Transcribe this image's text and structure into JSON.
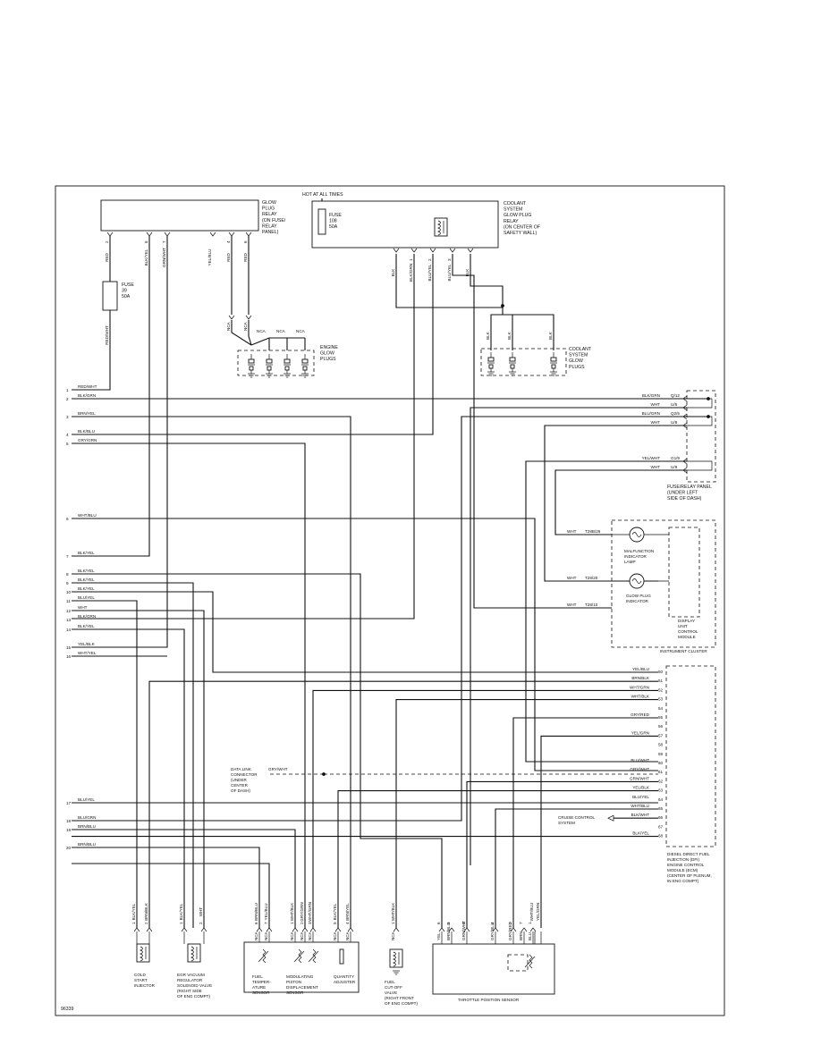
{
  "figure_id": "96339",
  "hot_at_all_times": "HOT AT ALL TIMES",
  "glow_plug_relay": {
    "label": [
      "GLOW",
      "PLUG",
      "RELAY",
      "(ON FUSE/",
      "RELAY",
      "PANEL)"
    ],
    "pins": [
      {
        "pin": "2",
        "wire": "RED"
      },
      {
        "pin": "8",
        "wire": "BLK/YEL"
      },
      {
        "pin": "7",
        "wire": "GRN/WHT"
      },
      {
        "pin": "",
        "wire": "YEL/BLU"
      },
      {
        "pin": "4",
        "wire": "RED"
      },
      {
        "pin": "6",
        "wire": "RED"
      }
    ]
  },
  "fuse_39": {
    "lines": [
      "FUSE",
      "39",
      "50A"
    ]
  },
  "red_wht": "RED/WHT",
  "nca": "NCA",
  "engine_glow_plugs": [
    "ENGINE",
    "GLOW",
    "PLUGS"
  ],
  "coolant_relay": {
    "label": [
      "COOLANT",
      "SYSTEM",
      "GLOW PLUG",
      "RELAY",
      "(ON CENTER OF",
      "SAFETY WALL)"
    ],
    "fuse": [
      "FUSE",
      "108",
      "50A"
    ],
    "pins": [
      {
        "pin": "",
        "wire": "BLK"
      },
      {
        "pin": "1",
        "wire": "BLK/GRN"
      },
      {
        "pin": "2",
        "wire": "BLU/YEL"
      },
      {
        "pin": "3",
        "wire": "BLU/YEL"
      },
      {
        "pin": "",
        "wire": "BLK"
      }
    ]
  },
  "coolant_glow_plugs": {
    "label": [
      "COOLANT",
      "SYSTEM",
      "GLOW",
      "PLUGS"
    ],
    "wires": [
      "BLK",
      "BLK",
      "BLK"
    ]
  },
  "left_pins": [
    {
      "n": "1",
      "wire": "RED/WHT"
    },
    {
      "n": "2",
      "wire": "BLK/GRN"
    },
    {
      "n": "3",
      "wire": "BRN/YEL"
    },
    {
      "n": "4",
      "wire": "BLK/BLU"
    },
    {
      "n": "5",
      "wire": "GRY/GRN"
    },
    {
      "n": "6",
      "wire": "WHT/BLU"
    },
    {
      "n": "7",
      "wire": "BLK/YEL"
    },
    {
      "n": "8",
      "wire": "BLK/YEL"
    },
    {
      "n": "9",
      "wire": "BLK/YEL"
    },
    {
      "n": "10",
      "wire": "BLK/YEL"
    },
    {
      "n": "11",
      "wire": "BLU/YEL"
    },
    {
      "n": "12",
      "wire": "WHT"
    },
    {
      "n": "13",
      "wire": "BLK/GRN"
    },
    {
      "n": "14",
      "wire": "BLK/YEL"
    },
    {
      "n": "15",
      "wire": "YEL/BLK"
    },
    {
      "n": "16",
      "wire": "WHT/YEL"
    },
    {
      "n": "17",
      "wire": "BLU/YEL"
    },
    {
      "n": "18",
      "wire": "BLU/GRN"
    },
    {
      "n": "19",
      "wire": "BRN/BLU"
    },
    {
      "n": "20",
      "wire": "BRN/BLU"
    }
  ],
  "fuse_panel": {
    "label": [
      "FUSE/RELAY PANEL",
      "(UNDER LEFT",
      "SIDE OF DASH)"
    ],
    "pins": [
      {
        "wire": "BLK/GRN",
        "pin": "Q/12"
      },
      {
        "wire": "WHT",
        "pin": "U/6"
      },
      {
        "wire": "BLU/GRN",
        "pin": "Q2/5"
      },
      {
        "wire": "WHT",
        "pin": "U/8"
      },
      {
        "wire": "YEL/WHT",
        "pin": "G1/9"
      },
      {
        "wire": "WHT",
        "pin": "U/9"
      }
    ]
  },
  "instrument_cluster": {
    "label": "INSTRUMENT CLUSTER",
    "mil": [
      "MALFUNCTION",
      "INDICATOR",
      "LAMP"
    ],
    "glow": [
      "GLOW PLUG",
      "INDICATOR"
    ],
    "module": [
      "DISPLAY",
      "UNIT",
      "CONTROL",
      "MODULE"
    ],
    "pins": [
      {
        "wire": "WHT",
        "pin": "T28B/26"
      },
      {
        "wire": "WHT",
        "pin": "T28/20"
      },
      {
        "wire": "WHT",
        "pin": "T28/10"
      }
    ]
  },
  "ecm": {
    "label": [
      "DIESEL DIRECT FUEL",
      "INJECTION (DFI)",
      "ENGINE CONTROL",
      "MODULE (ECM)",
      "(CENTER OF PLENUM,",
      "IN ENG COMPT)"
    ],
    "pins": [
      {
        "wire": "YEL/BLU",
        "pin": "50"
      },
      {
        "wire": "BRN/BLK",
        "pin": "51"
      },
      {
        "wire": "WHT/GRN",
        "pin": "52"
      },
      {
        "wire": "WHT/BLK",
        "pin": "53"
      },
      {
        "wire": "",
        "pin": "54"
      },
      {
        "wire": "GRY/RED",
        "pin": "55"
      },
      {
        "wire": "",
        "pin": "56"
      },
      {
        "wire": "YEL/GRN",
        "pin": "57"
      },
      {
        "wire": "",
        "pin": "58"
      },
      {
        "wire": "",
        "pin": "59"
      },
      {
        "wire": "BLU/WHT",
        "pin": "60"
      },
      {
        "wire": "GRY/WHT",
        "pin": "61"
      },
      {
        "wire": "GRN/WHT",
        "pin": "62"
      },
      {
        "wire": "YEL/BLK",
        "pin": "63"
      },
      {
        "wire": "BLU/YEL",
        "pin": "64"
      },
      {
        "wire": "WHT/BLU",
        "pin": "65"
      },
      {
        "wire": "BLK/WHT",
        "pin": "66"
      },
      {
        "wire": "",
        "pin": "67"
      },
      {
        "wire": "BLK/YEL",
        "pin": "68"
      }
    ]
  },
  "cruise": [
    "CRUISE CONTROL",
    "SYSTEM"
  ],
  "data_link": {
    "label": [
      "DATA LINK",
      "CONNECTOR",
      "(UNDER",
      "CENTER",
      "OF DASH)"
    ],
    "wire": "GRY/WHT"
  },
  "bottom": {
    "cold_start": {
      "label": [
        "COLD",
        "START",
        "INJECTOR"
      ],
      "pins": [
        {
          "pin": "1",
          "wire": "BLK/YEL"
        },
        {
          "pin": "2",
          "wire": "BRN/BLK"
        }
      ]
    },
    "egr": {
      "label": [
        "EGR VACUUM",
        "REGULATOR",
        "SOLENOID VALVE",
        "(RIGHT SIDE",
        "OF ENG COMPT)"
      ],
      "pins": [
        {
          "pin": "1",
          "wire": "BLK/YEL"
        },
        {
          "pin": "2",
          "wire": "WHT"
        }
      ]
    },
    "group": {
      "fuel_temp": [
        "FUEL",
        "TEMPER-",
        "ATURE",
        "SENSOR"
      ],
      "mod_piston": [
        "MODULATING",
        "PISTON",
        "DISPLACEMENT",
        "SENSOR"
      ],
      "qty": [
        "QUANTITY",
        "ADJUSTER"
      ],
      "pins": [
        {
          "pin": "6",
          "wire": "BRN/BLU"
        },
        {
          "pin": "7",
          "wire": "YEL/BLU"
        },
        {
          "pin": "1",
          "wire": "WHT/BLK"
        },
        {
          "pin": "2",
          "wire": "GRY/GRN"
        },
        {
          "pin": "3",
          "wire": "WHT/GRN"
        },
        {
          "pin": "5",
          "wire": "BLK/YEL"
        },
        {
          "pin": "4",
          "wire": "BRN/YEL"
        }
      ]
    },
    "fuel_cutoff": {
      "label": [
        "FUEL",
        "CUT-OFF",
        "VALVE",
        "(RIGHT FRONT",
        "OF ENG COMPT)"
      ],
      "pins": [
        {
          "pin": "1",
          "wire": "WHT/BLK"
        }
      ]
    },
    "tps": {
      "label": "THROTTLE POSITION SENSOR",
      "pins": [
        {
          "pin": "6",
          "wire": "YEL"
        },
        {
          "pin": "5",
          "wire": "BRN/BLU"
        },
        {
          "pin": "3",
          "wire": "GRN/WHT"
        },
        {
          "pin": "4",
          "wire": "GRY/BLU"
        },
        {
          "pin": "2",
          "wire": "GRY/RED"
        },
        {
          "pin": "7",
          "wire": "BRN"
        },
        {
          "pin": "1",
          "wire": "BLU"
        },
        {
          "pin": "",
          "wire": "WHT/BLU"
        },
        {
          "pin": "",
          "wire": "YEL/GRN"
        }
      ]
    }
  }
}
